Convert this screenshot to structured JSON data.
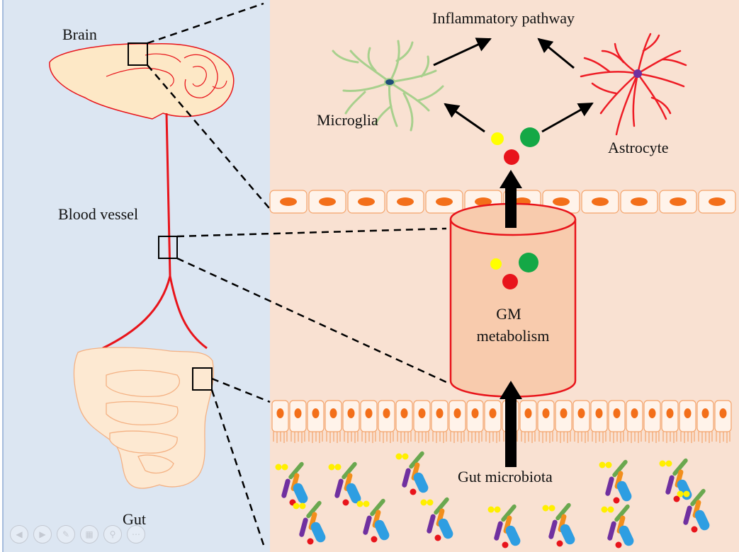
{
  "labels": {
    "brain": "Brain",
    "blood_vessel": "Blood vessel",
    "gut": "Gut",
    "inflammatory_pathway": "Inflammatory pathway",
    "microglia": "Microglia",
    "astrocyte": "Astrocyte",
    "gm_line1": "GM",
    "gm_line2": "metabolism",
    "gut_microbiota": "Gut microbiota"
  },
  "colors": {
    "left_panel_bg": "#dce6f2",
    "right_panel_bg": "#f9e1d2",
    "vessel_red": "#e8141b",
    "brain_fill": "#fde8c6",
    "gut_fill": "#fde9d2",
    "cell_nucleus": "#f36f1a",
    "microglia_green": "#a8d08d",
    "astrocyte_red": "#ee1c25",
    "metabolite_yellow": "#ffff00",
    "metabolite_green": "#14a846",
    "metabolite_red": "#e8141b",
    "cylinder_fill": "#f8cbad"
  },
  "viewer_controls": [
    "prev-icon",
    "next-icon",
    "pen-icon",
    "grid-icon",
    "zoom-icon",
    "more-icon"
  ]
}
